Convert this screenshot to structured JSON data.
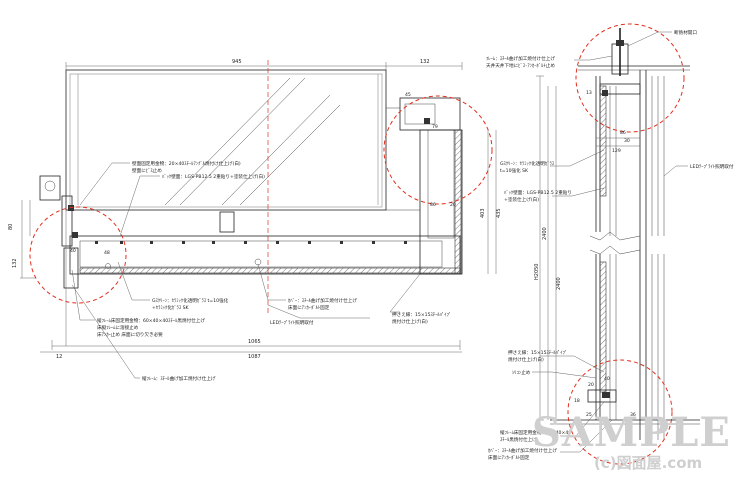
{
  "plan": {
    "dims": {
      "top_main": "945",
      "top_right": "132",
      "left_a": "80",
      "left_b": "132",
      "bottom_a": "1065",
      "bottom_b": "1087",
      "bottom_c": "12",
      "right_a": "403",
      "right_b": "435",
      "seg_40": "40",
      "seg_48": "48",
      "seg_86": "86",
      "seg_79": "79",
      "seg_45": "45",
      "seg_20": "20"
    },
    "notes": {
      "wall_fixture": "壁面固定用金物：20×40ｽﾁｰﾙｱﾝｸﾞﾙ焼付け仕上げ(白)",
      "wall_fixture_2": "壁面にﾋﾞｽ止め",
      "back_wall": "ﾊﾞｯｸ壁面：LGS-PB12.5 2重貼り+塗装仕上げ(白)",
      "glass": "Gｽｸﾘｰﾝ：ｾﾗﾐｯｸ化透明ｶﾞﾗｽ t=10強化",
      "glass_2": "+ｾﾗﾐｯｸ化ｶﾞﾗｽ SK",
      "frame_fixture": "縦ﾌﾚｰﾑ床固定用金物：60×40×40ｽﾁｰﾙ黒焼付仕上げ",
      "frame_fixture_2": "床縦ﾌﾚｰﾑに溶接止め",
      "frame_fixture_3": "床ｱﾝｶｰ止め 床面に切り欠き必要",
      "vertical_frame": "縦ﾌﾚｰﾑ：ｽﾁｰﾙ曲げ加工焼付け仕上げ",
      "cover": "ｶﾊﾞｰ：ｽﾁｰﾙ曲げ加工焼付け仕上げ",
      "cover_2": "床面にｱﾝｶｰﾎﾞﾙﾄ固定",
      "led": "LEDﾃｰﾌﾟﾗｲﾄ照明取付",
      "pressure": "押さえ縁：15×15ｽﾁｰﾙﾊﾟｲﾌﾟ",
      "pressure_2": "焼付け仕上げ(白)"
    }
  },
  "section": {
    "dims": {
      "total": "H2050",
      "height_a": "2400",
      "height_b": "2400",
      "d86": "86",
      "d30": "30",
      "d129": "129",
      "d13": "13",
      "d40": "40",
      "d25": "25",
      "d20": "20",
      "d36": "36",
      "d18": "18"
    },
    "notes": {
      "ceiling_opening": "断熱材開口",
      "frame_top": "ﾌﾚｰﾑ：ｽﾁｰﾙ曲げ加工焼付け仕上げ",
      "frame_top_2": "天井天井下地にﾋﾞｽ･ｱﾝｶｰﾎﾞﾙﾄ止め",
      "glass": "Gｽｸﾘｰﾝ：ｾﾗﾐｯｸ化透明ｶﾞﾗｽ",
      "glass_2": "t=10強化 SK",
      "back_wall": "ﾊﾞｯｸ壁面：LGS-PB12.5 2重貼り",
      "back_wall_2": "+塗装仕上げ(白)",
      "led": "LEDﾃｰﾌﾟﾗｲﾄ照明取付",
      "pressure": "押さえ縁：15×15ｽﾁｰﾙﾊﾟｲﾌﾟ",
      "pressure_2": "焼付け仕上げ(白)",
      "silicone": "ｼﾘｺﾝ止め",
      "bottom_frame": "縦ﾌﾚｰﾑ床固定用金物：60×40×40",
      "bottom_frame_2": "ｽﾁｰﾙ黒焼付仕上げ",
      "cover": "ｶﾊﾞｰ：ｽﾁｰﾙ曲げ加工焼付け仕上げ",
      "cover_2": "床面にｱﾝｶｰﾎﾞﾙﾄ固定"
    }
  },
  "watermark": {
    "text": "SAMPLE",
    "credit": "(c)図面屋.com"
  }
}
